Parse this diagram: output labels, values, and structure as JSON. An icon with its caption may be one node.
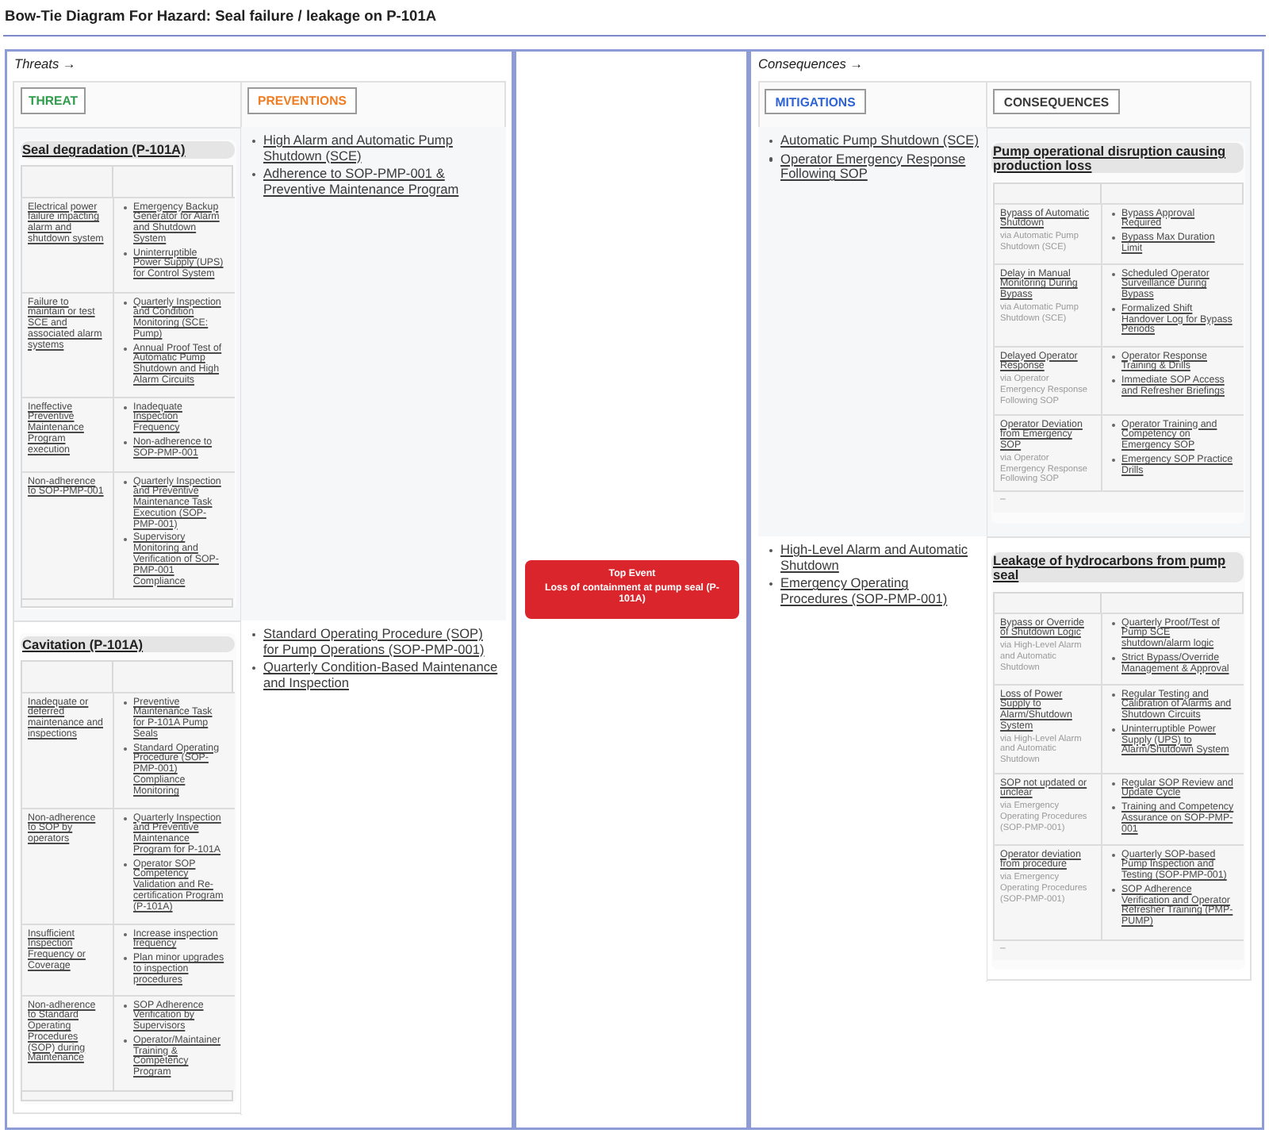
{
  "diagram": {
    "title": "Bow-Tie Diagram For Hazard: Seal failure / leakage on P-101A",
    "nodes": [
      {
        "text": [
          "Threats →"
        ]
      },
      {
        "text": [
          "THREAT"
        ],
        "in": 0
      },
      {
        "text": [
          "PREVENTIONS"
        ],
        "in": 0
      },
      {
        "text": [
          "Seal degradation (P-101A)"
        ],
        "in": 0
      },
      {
        "text": [
          "Electrical power failure impacting alarm and shutdown system"
        ],
        "in": 3
      },
      {
        "text": [
          "Emergency Backup Generator for Alarm and Shutdown System",
          "Uninterruptible Power Supply (UPS) for Control System"
        ],
        "in": 3
      },
      {
        "text": [
          "Failure to maintain or test SCE and associated alarm systems"
        ],
        "in": 3
      },
      {
        "text": [
          "Quarterly Inspection and Condition Monitoring (SCE: Pump)",
          "Annual Proof Test of Automatic Pump Shutdown and High Alarm Circuits"
        ],
        "in": 3
      },
      {
        "text": [
          "Ineffective Preventive Maintenance Program execution"
        ],
        "in": 3
      },
      {
        "text": [
          "Inadequate Inspection Frequency",
          "Non-adherence to SOP-PMP-001"
        ],
        "in": 3
      },
      {
        "text": [
          "Non-adherence to SOP-PMP-001"
        ],
        "in": 3
      },
      {
        "text": [
          "Quarterly Inspection and Preventive Maintenance Task Execution (SOP-PMP-001)",
          "Supervisory Monitoring and Verification of SOP-PMP-001 Compliance"
        ],
        "in": 3
      },
      {
        "text": [
          "High Alarm and Automatic Pump Shutdown (SCE)",
          "Adherence to SOP-PMP-001 & Preventive Maintenance Program"
        ],
        "in": 0
      },
      {
        "text": [
          "Cavitation (P-101A)"
        ],
        "in": 0
      },
      {
        "text": [
          "Inadequate or deferred maintenance and inspections"
        ],
        "in": 13
      },
      {
        "text": [
          "Preventive Maintenance Task for P-101A Pump Seals",
          "Standard Operating Procedure (SOP-PMP-001) Compliance Monitoring"
        ],
        "in": 13
      },
      {
        "text": [
          "Non-adherence to SOP by operators"
        ],
        "in": 13
      },
      {
        "text": [
          "Quarterly Inspection and Preventive Maintenance Program for P-101A",
          "Operator SOP Competency Validation and Re-certification Program (P-101A)"
        ],
        "in": 13
      },
      {
        "text": [
          "Insufficient Inspection Frequency or Coverage"
        ],
        "in": 13
      },
      {
        "text": [
          "Increase inspection frequency",
          "Plan minor upgrades to inspection procedures"
        ],
        "in": 13
      },
      {
        "text": [
          "Non-adherence to Standard Operating Procedures (SOP) during Maintenance"
        ],
        "in": 13
      },
      {
        "text": [
          "SOP Adherence Verification by Supervisors",
          "Operator/Maintainer Training & Competency Program"
        ],
        "in": 13
      },
      {
        "text": [
          "Standard Operating Procedure (SOP) for Pump Operations (SOP-PMP-001)",
          "Quarterly Condition-Based Maintenance and Inspection"
        ],
        "in": 0
      },
      {
        "text": [],
        "shape": "box"
      },
      {
        "text": [
          "Top Event",
          "Loss of containment at pump seal (P-101A)"
        ],
        "in": 23
      },
      {
        "text": [
          "Consequences →"
        ]
      },
      {
        "text": [
          "MITIGATIONS"
        ],
        "in": 25
      },
      {
        "text": [
          "CONSEQUENCES"
        ],
        "in": 25
      },
      {
        "text": [
          "Automatic Pump Shutdown (SCE)",
          "Operator Emergency Response Following SOP"
        ],
        "in": 25
      },
      {
        "text": [
          "Pump operational disruption causing production loss"
        ],
        "in": 25
      },
      {
        "text": [
          "Bypass of Automatic Shutdown",
          "via Automatic Pump Shutdown (SCE)"
        ],
        "in": 29
      },
      {
        "text": [
          "Bypass Approval Required",
          "Bypass Max Duration Limit"
        ],
        "in": 29
      },
      {
        "text": [
          "Delay in Manual Monitoring During Bypass",
          "via Automatic Pump Shutdown (SCE)"
        ],
        "in": 29
      },
      {
        "text": [
          "Scheduled Operator Surveillance During Bypass",
          "Formalized Shift Handover Log for Bypass Periods"
        ],
        "in": 29
      },
      {
        "text": [
          "Delayed Operator Response",
          "via Operator Emergency Response Following SOP"
        ],
        "in": 29
      },
      {
        "text": [
          "Operator Response Training & Drills",
          "Immediate SOP Access and Refresher Briefings"
        ],
        "in": 29
      },
      {
        "text": [
          "Operator Deviation from Emergency SOP",
          "via Operator Emergency Response Following SOP"
        ],
        "in": 29
      },
      {
        "text": [
          "Operator Training and Competency on Emergency SOP",
          "Emergency SOP Practice Drills"
        ],
        "in": 29
      },
      {
        "text": [
          "–"
        ],
        "in": 29
      },
      {
        "text": [
          "High-Level Alarm and Automatic Shutdown",
          "Emergency Operating Procedures (SOP-PMP-001)"
        ],
        "in": 25
      },
      {
        "text": [
          "Leakage of hydrocarbons from pump seal"
        ],
        "in": 25
      },
      {
        "text": [
          "Bypass or Override of Shutdown Logic",
          "via High-Level Alarm and Automatic Shutdown"
        ],
        "in": 40
      },
      {
        "text": [
          "Quarterly Proof/Test of Pump SCE shutdown/alarm logic",
          "Strict Bypass/Override Management & Approval"
        ],
        "in": 40
      },
      {
        "text": [
          "Loss of Power Supply to Alarm/Shutdown System",
          "via High-Level Alarm and Automatic Shutdown"
        ],
        "in": 40
      },
      {
        "text": [
          "Regular Testing and Calibration of Alarms and Shutdown Circuits",
          "Uninterruptible Power Supply (UPS) to Alarm/Shutdown System"
        ],
        "in": 40
      },
      {
        "text": [
          "SOP not updated or unclear",
          "via Emergency Operating Procedures (SOP-PMP-001)"
        ],
        "in": 40
      },
      {
        "text": [
          "Regular SOP Review and Update Cycle",
          "Training and Competency Assurance on SOP-PMP-001"
        ],
        "in": 40
      },
      {
        "text": [
          "Operator deviation from procedure",
          "via Emergency Operating Procedures (SOP-PMP-001)"
        ],
        "in": 40
      },
      {
        "text": [
          "Quarterly SOP-based Pump Inspection and Testing (SOP-PMP-001)",
          "SOP Adherence Verification and Operator Refresher Training (PMP-PUMP)"
        ],
        "in": 40
      },
      {
        "text": [
          "–"
        ],
        "in": 40
      }
    ]
  }
}
